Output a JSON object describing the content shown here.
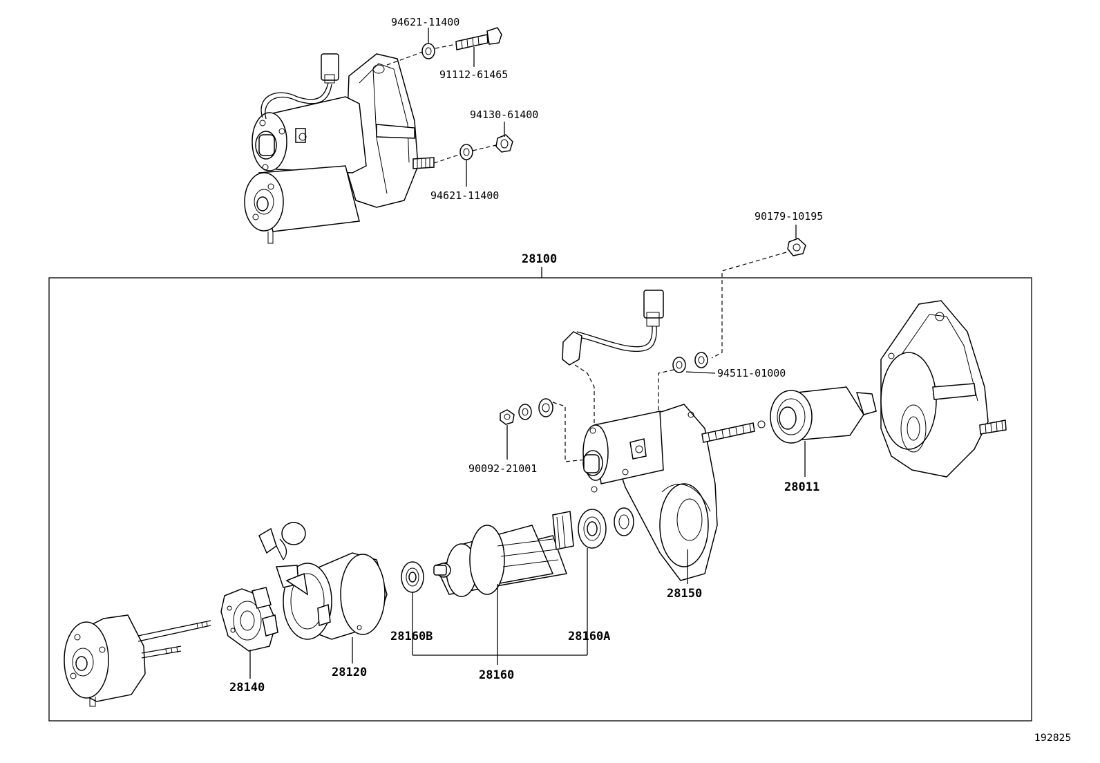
{
  "labels": {
    "p94621_top": "94621-11400",
    "p91112": "91112-61465",
    "p94130": "94130-61400",
    "p94621_bottom": "94621-11400",
    "p90179": "90179-10195",
    "p28100": "28100",
    "p94511": "94511-01000",
    "p90092": "90092-21001",
    "p28011": "28011",
    "p28150": "28150",
    "p28160B": "28160B",
    "p28160A": "28160A",
    "p28160": "28160",
    "p28120": "28120",
    "p28140": "28140"
  },
  "diagram_id": "192825"
}
